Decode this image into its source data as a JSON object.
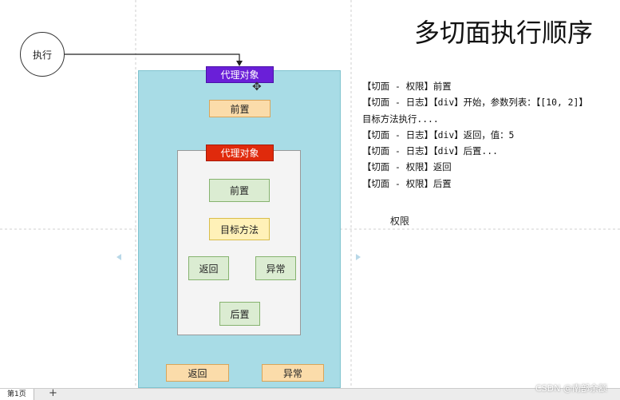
{
  "title": "多切面执行顺序",
  "nodes": {
    "execute": "执行",
    "outer_proxy": "代理对象",
    "outer_before": "前置",
    "inner_proxy": "代理对象",
    "inner_before": "前置",
    "target_method": "目标方法",
    "inner_return": "返回",
    "inner_exception": "异常",
    "inner_after": "后置",
    "outer_return": "返回",
    "outer_exception": "异常"
  },
  "console": [
    "【切面 - 权限】前置",
    "【切面 - 日志】【div】开始，参数列表：【[10, 2]】",
    "目标方法执行....",
    "【切面 - 日志】【div】返回，值：5",
    "【切面 - 日志】【div】后置...",
    "【切面 - 权限】返回",
    "【切面 - 权限】后置"
  ],
  "floating_label": "权限",
  "page_tab": "第1页",
  "add_page": "+",
  "watermark": "CSDN @南部余额",
  "colors": {
    "outer_box": "#a8dce6",
    "outer_proxy": "#6a1fd8",
    "inner_proxy": "#e02a0c",
    "orange_node": "#fbdcaa",
    "green_node": "#dbecd2",
    "yellow_node": "#fff1b8"
  }
}
